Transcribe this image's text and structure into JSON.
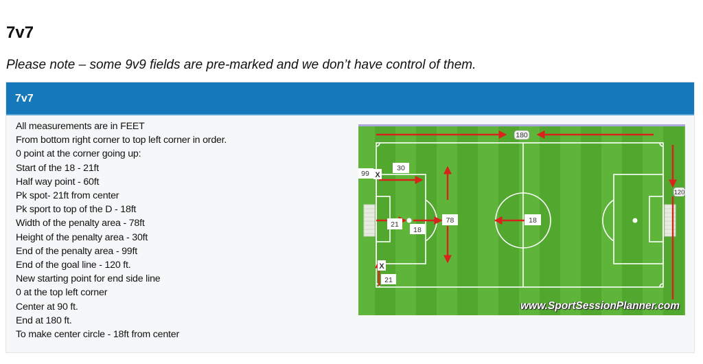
{
  "page": {
    "title": "7v7",
    "note": "Please note – some 9v9 fields are pre-marked and we don’t have control of them."
  },
  "panel": {
    "header": "7v7",
    "lines": [
      "All measurements are in FEET",
      "From bottom right corner to top left corner in order.",
      "0 point at the corner going up:",
      "Start of the 18 - 21ft",
      "Half way point - 60ft",
      "Pk spot- 21ft from center",
      "Pk sport to top of the D - 18ft",
      "Width of the penalty area - 78ft",
      "Height of the penalty area - 30ft",
      "End of the penalty area - 99ft",
      "End of the goal line - 120 ft.",
      "New starting point for end side line",
      "0 at the top left corner",
      "Center at 90 ft.",
      "End at 180 ft.",
      "To make center circle - 18ft from center"
    ]
  },
  "field_diagram": {
    "labels": {
      "top_length": "180",
      "right_side": "120",
      "penalty_end": "99",
      "x_mark_top": "X",
      "penalty_height": "30",
      "penalty_width": "78",
      "pk_spot": "21",
      "pk_to_d": "18",
      "center_circle_radius": "18",
      "x_mark_bottom": "X",
      "start_of_18": "21"
    },
    "watermark": "www.SportSessionPlanner.com",
    "colors": {
      "grass_light": "#5fb53a",
      "grass_dark": "#4fa42e",
      "lines": "#ffffff",
      "arrows": "#d8221c",
      "header_blue": "#1478bb"
    }
  }
}
